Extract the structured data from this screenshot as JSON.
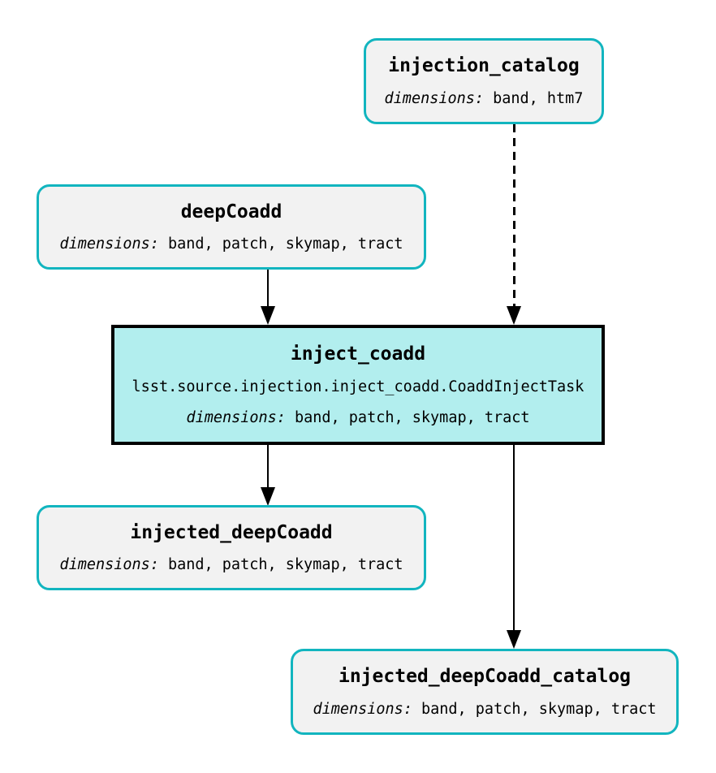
{
  "diagram": {
    "type": "pipeline-task-graph",
    "colors": {
      "background": "#ffffff",
      "dataset_border": "#12b5bf",
      "dataset_fill": "#f2f2f2",
      "task_border": "#000000",
      "task_fill": "#b2eeee",
      "edge": "#000000",
      "text": "#000000"
    },
    "nodes": {
      "injection_catalog": {
        "type": "dataset",
        "title": "injection_catalog",
        "dimensions_label": "dimensions:",
        "dimensions": "band, htm7"
      },
      "deepCoadd": {
        "type": "dataset",
        "title": "deepCoadd",
        "dimensions_label": "dimensions:",
        "dimensions": "band, patch, skymap, tract"
      },
      "inject_coadd": {
        "type": "task",
        "title": "inject_coadd",
        "task_class": "lsst.source.injection.inject_coadd.CoaddInjectTask",
        "dimensions_label": "dimensions:",
        "dimensions": "band, patch, skymap, tract"
      },
      "injected_deepCoadd": {
        "type": "dataset",
        "title": "injected_deepCoadd",
        "dimensions_label": "dimensions:",
        "dimensions": "band, patch, skymap, tract"
      },
      "injected_deepCoadd_catalog": {
        "type": "dataset",
        "title": "injected_deepCoadd_catalog",
        "dimensions_label": "dimensions:",
        "dimensions": "band, patch, skymap, tract"
      }
    },
    "edges": [
      {
        "from": "deepCoadd",
        "to": "inject_coadd",
        "style": "solid"
      },
      {
        "from": "injection_catalog",
        "to": "inject_coadd",
        "style": "dashed"
      },
      {
        "from": "inject_coadd",
        "to": "injected_deepCoadd",
        "style": "solid"
      },
      {
        "from": "inject_coadd",
        "to": "injected_deepCoadd_catalog",
        "style": "solid"
      }
    ]
  }
}
